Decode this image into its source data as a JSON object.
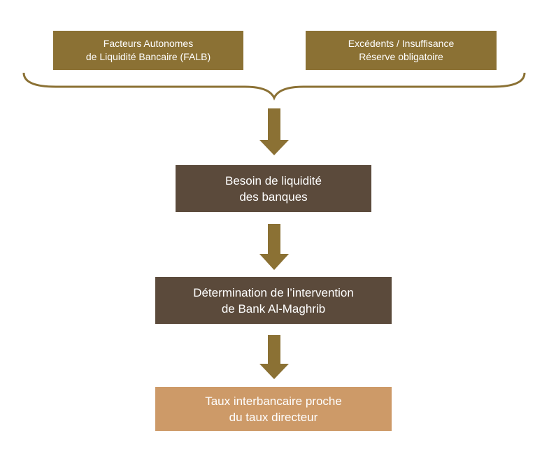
{
  "nodes": {
    "falb": {
      "line1": "Facteurs Autonomes",
      "line2": "de Liquidité Bancaire (FALB)"
    },
    "reserve": {
      "line1": "Excédents / Insuffisance",
      "line2": "Réserve obligatoire"
    },
    "besoin": {
      "line1": "Besoin de liquidité",
      "line2": "des banques"
    },
    "intervention": {
      "line1": "Détermination de l’intervention",
      "line2": "de Bank Al-Maghrib"
    },
    "taux": {
      "line1": "Taux interbancaire proche",
      "line2": "du taux directeur"
    }
  },
  "colors": {
    "gold": "#8b7134",
    "dark_brown": "#5b4a3b",
    "tan": "#cd9a68"
  }
}
